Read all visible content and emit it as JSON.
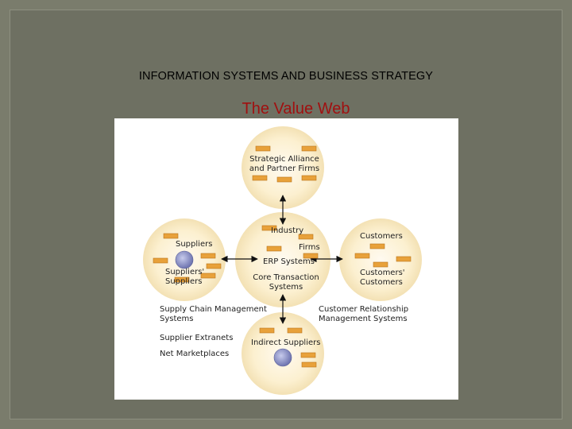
{
  "slide": {
    "heading": "INFORMATION SYSTEMS AND BUSINESS STRATEGY",
    "subtitle": "The Value Web"
  },
  "diagram": {
    "strategic_alliance_line1": "Strategic Alliance",
    "strategic_alliance_line2": "and Partner Firms",
    "industry": "Industry",
    "firms": "Firms",
    "erp_systems": "ERP Systems",
    "core_transaction_line1": "Core Transaction",
    "core_transaction_line2": "Systems",
    "suppliers": "Suppliers",
    "suppliers_suppliers_line1": "Suppliers'",
    "suppliers_suppliers_line2": "Suppliers",
    "customers": "Customers",
    "customers_customers_line1": "Customers'",
    "customers_customers_line2": "Customers",
    "scm_line1": "Supply Chain Management",
    "scm_line2": "Systems",
    "crm_line1": "Customer Relationship",
    "crm_line2": "Management Systems",
    "supplier_extranets": "Supplier Extranets",
    "net_marketplaces": "Net Marketplaces",
    "indirect_suppliers": "Indirect Suppliers"
  },
  "colors": {
    "background": "#6e7062",
    "subtitle": "#a01010",
    "circle_fill": "#fbf1d6",
    "box_fill": "#e8a13a",
    "globe": "#8d93c8"
  }
}
